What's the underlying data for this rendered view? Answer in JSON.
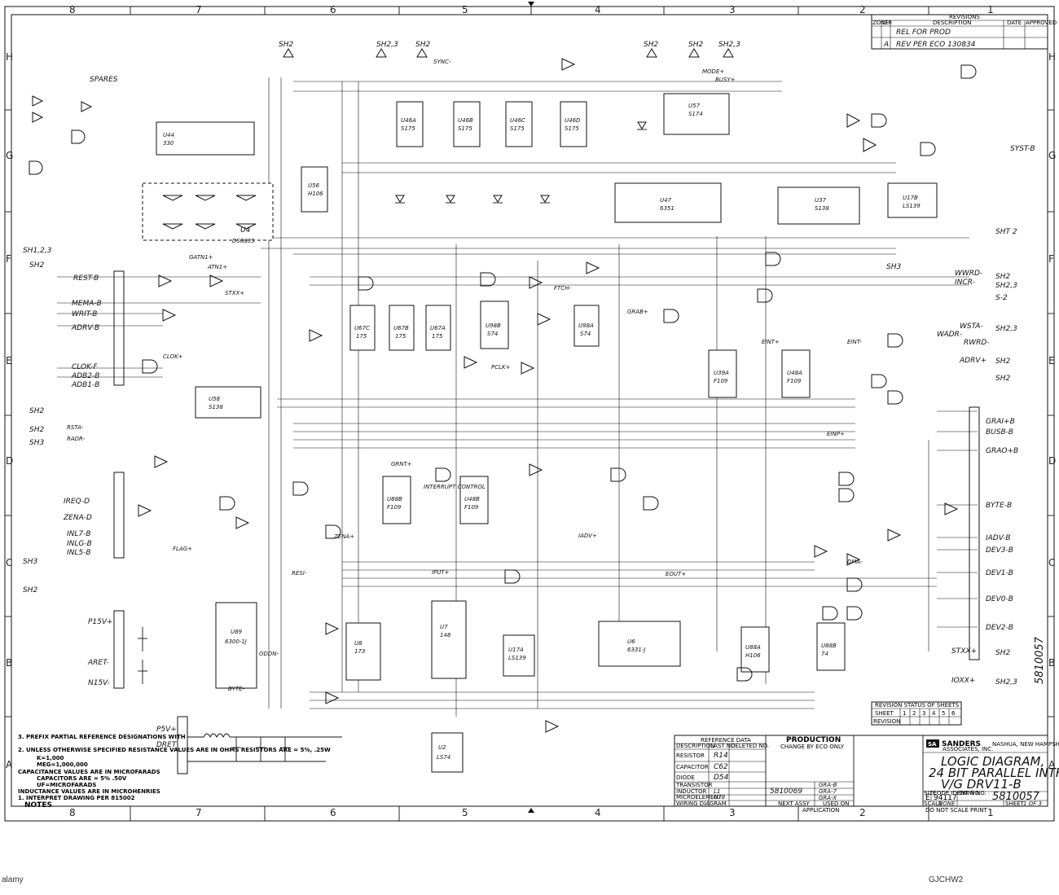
{
  "zones": {
    "columns": [
      "8",
      "7",
      "6",
      "5",
      "4",
      "3",
      "2",
      "1"
    ],
    "rows": [
      "H",
      "G",
      "F",
      "E",
      "D",
      "C",
      "B",
      "A"
    ]
  },
  "revisions": {
    "title": "REVISIONS",
    "headers": [
      "ZONE",
      "LTR",
      "DESCRIPTION",
      "DATE",
      "APPROVED"
    ],
    "rows": [
      {
        "ltr": "",
        "desc": "REL FOR PROD"
      },
      {
        "ltr": "A",
        "desc": "REV PER ECO 130834"
      }
    ]
  },
  "top_labels": [
    "SH2",
    "SH2,3",
    "SH2",
    "SH2",
    "SH2",
    "SH2,3"
  ],
  "side_labels": {
    "left": [
      "SH1,2,3",
      "SH2",
      "SH2",
      "SH2",
      "SH3",
      "SH3",
      "SH2"
    ],
    "right": [
      "SHT 2",
      "SH3",
      "SH2",
      "SH2,3",
      "S-2",
      "SH2,3",
      "SH2",
      "SH2",
      "SH2",
      "SH2,3"
    ]
  },
  "parts": [
    {
      "ref": "U4",
      "type": "DS8835"
    },
    {
      "ref": "U44",
      "type": "330"
    },
    {
      "ref": "U56",
      "type": "H106"
    },
    {
      "ref": "U46A",
      "type": "S175"
    },
    {
      "ref": "U46B",
      "type": "S175"
    },
    {
      "ref": "U46C",
      "type": "S175"
    },
    {
      "ref": "U46D",
      "type": "S175"
    },
    {
      "ref": "U57",
      "type": "S174"
    },
    {
      "ref": "U47",
      "type": "6351"
    },
    {
      "ref": "U37",
      "type": "S138"
    },
    {
      "ref": "U17B",
      "type": "LS139"
    },
    {
      "ref": "U67C",
      "type": "175"
    },
    {
      "ref": "U67B",
      "type": "175"
    },
    {
      "ref": "U67A",
      "type": "175"
    },
    {
      "ref": "U98B",
      "type": "S74"
    },
    {
      "ref": "U98A",
      "type": "S74"
    },
    {
      "ref": "U58",
      "type": "S138"
    },
    {
      "ref": "U39A",
      "type": "F109"
    },
    {
      "ref": "U48A",
      "type": "F109"
    },
    {
      "ref": "U88B",
      "type": "F109"
    },
    {
      "ref": "U48B",
      "type": "F109"
    },
    {
      "ref": "U89",
      "type": "6300-1J"
    },
    {
      "ref": "U8",
      "type": "173"
    },
    {
      "ref": "U7",
      "type": "148"
    },
    {
      "ref": "U17A",
      "type": "LS139"
    },
    {
      "ref": "U6",
      "type": "6331-J"
    },
    {
      "ref": "U88A",
      "type": "H106"
    },
    {
      "ref": "U88B",
      "type": "74"
    },
    {
      "ref": "U2",
      "type": "LS74"
    }
  ],
  "signals": [
    "REST-B",
    "MEMA-B",
    "WRIT-B",
    "ADRV-B",
    "CLOK-F",
    "ADB2-B",
    "ADB1-B",
    "IREQ-D",
    "ZENA-D",
    "INL7-B",
    "INLG-B",
    "INL5-B",
    "P15V+",
    "ARET-",
    "N15V-",
    "P5V+",
    "DRET",
    "WWRD-",
    "INCR-",
    "WSTA-",
    "WADR-",
    "RWRD-",
    "ADRV+",
    "GRAI+B",
    "BUSB-B",
    "GRAO+B",
    "BYTE-B",
    "IADV-B",
    "DEV3-B",
    "DEV1-B",
    "DEV0-B",
    "DEV2-B",
    "STXX+",
    "IOXX+",
    "SYST-B",
    "GATN1+",
    "ATN1+",
    "STXX+",
    "CLOK+",
    "FLAG+",
    "ZENA+",
    "MODE+",
    "BUSY+",
    "SYNC-",
    "FTCH-",
    "GRAB+",
    "EINT-",
    "EINT+",
    "EINP+",
    "GRNT+",
    "IADV+",
    "IPUT+",
    "EOUT+",
    "DMA-",
    "RSTA-",
    "RADR-",
    "PCLK+",
    "RESI-",
    "BYTE-",
    "ODDN-"
  ],
  "spares_label": "SPARES",
  "interrupt_block": "INTERRUPT CONTROL",
  "notes": {
    "heading": "NOTES",
    "items": [
      "3. PREFIX PARTIAL REFERENCE DESIGNATIONS WITH",
      "2. UNLESS OTHERWISE SPECIFIED RESISTANCE VALUES ARE IN OHMS RESISTORS ARE = 5%, .25W",
      "K=1,000",
      "MEG=1,000,000",
      "CAPACITANCE VALUES ARE IN MICROFARADS",
      "CAPACITORS ARE = 5% .50V",
      "UF=MICROFARADS",
      "INDUCTANCE VALUES ARE IN MICROHENRIES",
      "1. INTERPRET DRAWING PER 815002"
    ]
  },
  "revision_status": {
    "title": "REVISION STATUS OF SHEETS",
    "sheet_label": "SHEET",
    "revision_label": "REVISION",
    "sheets": [
      "1",
      "2",
      "3",
      "4",
      "5",
      "6"
    ]
  },
  "reference_data": {
    "title": "REFERENCE DATA",
    "headers": [
      "DESCRIPTION",
      "LAST NO.",
      "DELETED NO."
    ],
    "rows": [
      [
        "RESISTOR",
        "R14",
        ""
      ],
      [
        "CAPACITOR",
        "C62",
        ""
      ],
      [
        "DIODE",
        "D54",
        ""
      ],
      [
        "TRANSISTOR",
        "",
        ""
      ],
      [
        "INDUCTOR",
        "L1",
        ""
      ],
      [
        "MICROELEMENT",
        "U78",
        ""
      ],
      [
        "WIRING DIAGRAM",
        "",
        ""
      ]
    ]
  },
  "production": {
    "title": "PRODUCTION",
    "subtitle": "CHANGE BY ECO ONLY",
    "next_assy": "NEXT ASSY",
    "used_on": "USED ON",
    "application": "APPLICATION",
    "assy_rows": [
      {
        "num": "",
        "used": "GRA-B"
      },
      {
        "num": "",
        "used": "GRA-7"
      },
      {
        "num": "5810069",
        "used": "GRA-X"
      }
    ]
  },
  "company": {
    "name": "SANDERS",
    "sub": "ASSOCIATES, INC.",
    "location": "NASHUA, NEW HAMPSHIRE"
  },
  "drawing": {
    "title_line1": "LOGIC DIAGRAM,",
    "title_line2": "24 BIT PARALLEL INTFC",
    "title_line3": "V/G DRV11-B",
    "size": "E",
    "code_ident": "94117",
    "number": "5810057",
    "side_number": "5810057",
    "sheet": "1 OF 3",
    "scale": "NONE",
    "do_not_scale": "DO NOT SCALE PRINT",
    "size_label": "SIZE",
    "code_label": "CODE IDENT NO.",
    "dwg_label": "DWG NO.",
    "scale_label": "SCALE",
    "sheet_label": "SHEET"
  },
  "watermark": "alamy",
  "image_id": "GJCHW2"
}
